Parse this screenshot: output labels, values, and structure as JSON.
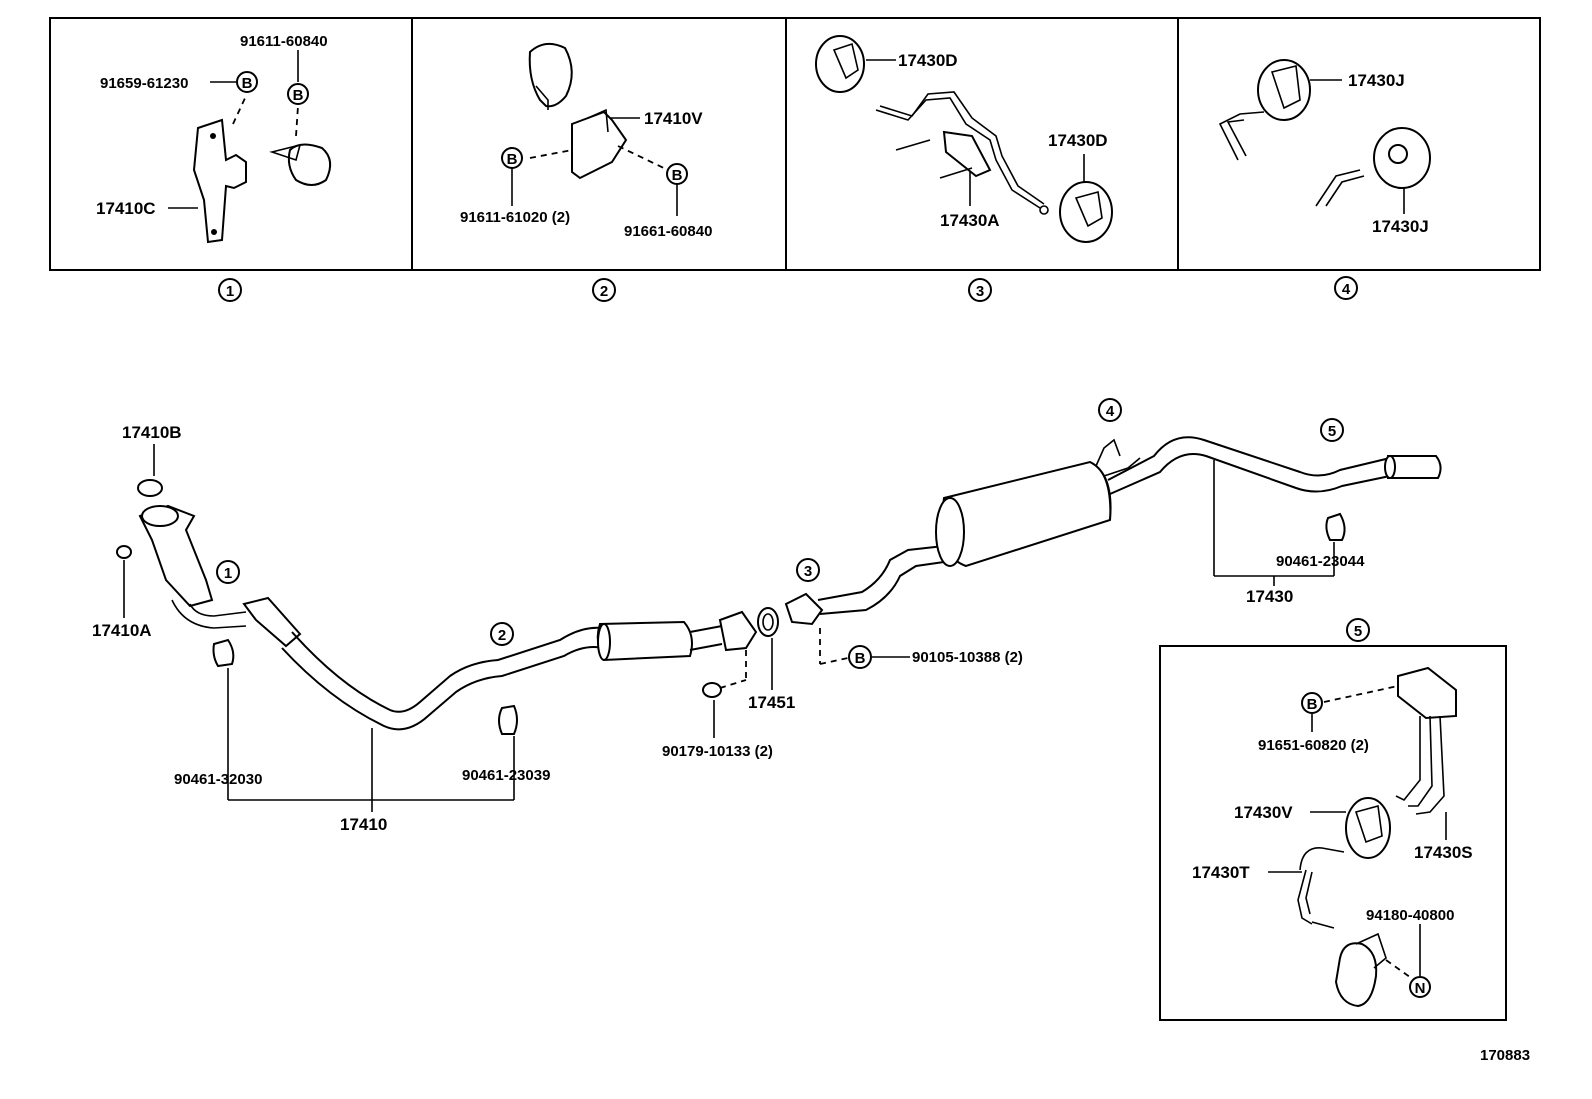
{
  "diagram_id": "170883",
  "detail_boxes": [
    {
      "index": "1",
      "labels": [
        "91611-60840",
        "91659-61230",
        "17410C"
      ],
      "markers": [
        "B",
        "B"
      ]
    },
    {
      "index": "2",
      "labels": [
        "17410V",
        "91611-61020 (2)",
        "91661-60840"
      ],
      "markers": [
        "B",
        "B"
      ]
    },
    {
      "index": "3",
      "labels": [
        "17430D",
        "17430D",
        "17430A"
      ]
    },
    {
      "index": "4",
      "labels": [
        "17430J",
        "17430J"
      ]
    },
    {
      "index": "5",
      "labels": [
        "91651-60820 (2)",
        "17430V",
        "17430S",
        "17430T",
        "94180-40800"
      ],
      "markers": [
        "B",
        "N"
      ]
    }
  ],
  "main_callouts": [
    "1",
    "2",
    "3",
    "4",
    "5"
  ],
  "main_labels": {
    "p17410B": "17410B",
    "p17410A": "17410A",
    "p90461_32030": "90461-32030",
    "p90461_23039": "90461-23039",
    "p17410": "17410",
    "p90179_10133": "90179-10133 (2)",
    "p17451": "17451",
    "p90105_10388": "90105-10388 (2)",
    "p90461_23044": "90461-23044",
    "p17430": "17430"
  },
  "main_markers": [
    "B"
  ]
}
